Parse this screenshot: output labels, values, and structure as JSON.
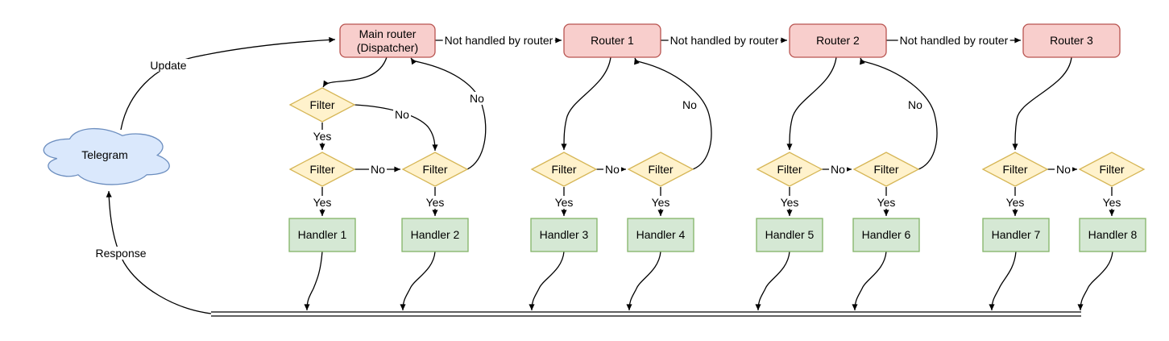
{
  "colors": {
    "background": "#ffffff",
    "router_fill": "#f8cecc",
    "router_border": "#b85450",
    "filter_fill": "#fff2cc",
    "filter_border": "#d6b656",
    "handler_fill": "#d5e8d4",
    "handler_border": "#82b366",
    "cloud_fill": "#dae8fc",
    "cloud_border": "#6c8ebf",
    "edge": "#000000"
  },
  "cloud": {
    "label": "Telegram"
  },
  "edge_labels": {
    "update": "Update",
    "response": "Response",
    "not_handled": "Not handled by router",
    "yes": "Yes",
    "no": "No"
  },
  "routers": [
    {
      "label": "Main router\n(Dispatcher)"
    },
    {
      "label": "Router 1"
    },
    {
      "label": "Router 2"
    },
    {
      "label": "Router 3"
    }
  ],
  "filters": [
    {
      "label": "Filter"
    },
    {
      "label": "Filter"
    },
    {
      "label": "Filter"
    },
    {
      "label": "Filter"
    },
    {
      "label": "Filter"
    },
    {
      "label": "Filter"
    },
    {
      "label": "Filter"
    },
    {
      "label": "Filter"
    },
    {
      "label": "Filter"
    }
  ],
  "handlers": [
    {
      "label": "Handler 1"
    },
    {
      "label": "Handler 2"
    },
    {
      "label": "Handler 3"
    },
    {
      "label": "Handler 4"
    },
    {
      "label": "Handler 5"
    },
    {
      "label": "Handler 6"
    },
    {
      "label": "Handler 7"
    },
    {
      "label": "Handler 8"
    }
  ]
}
